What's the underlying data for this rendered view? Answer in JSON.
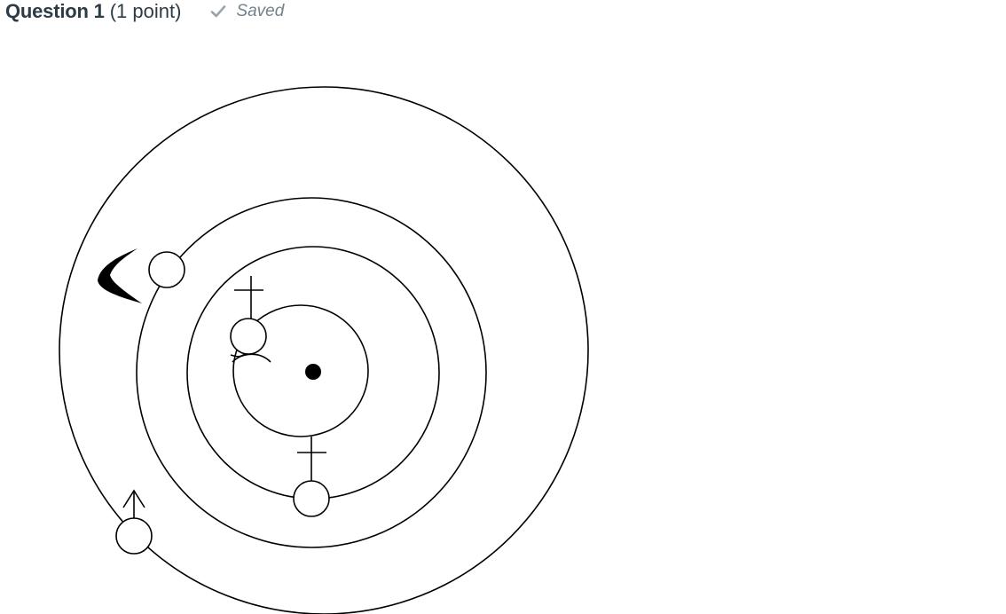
{
  "question": {
    "title": "Question 1",
    "points": "(1 point)",
    "status": "Saved",
    "status_icon": "checkmark-icon"
  },
  "figure": {
    "description_icon": "orbital-diagram",
    "colors": {
      "stroke": "#000000",
      "fill": "#ffffff"
    }
  }
}
